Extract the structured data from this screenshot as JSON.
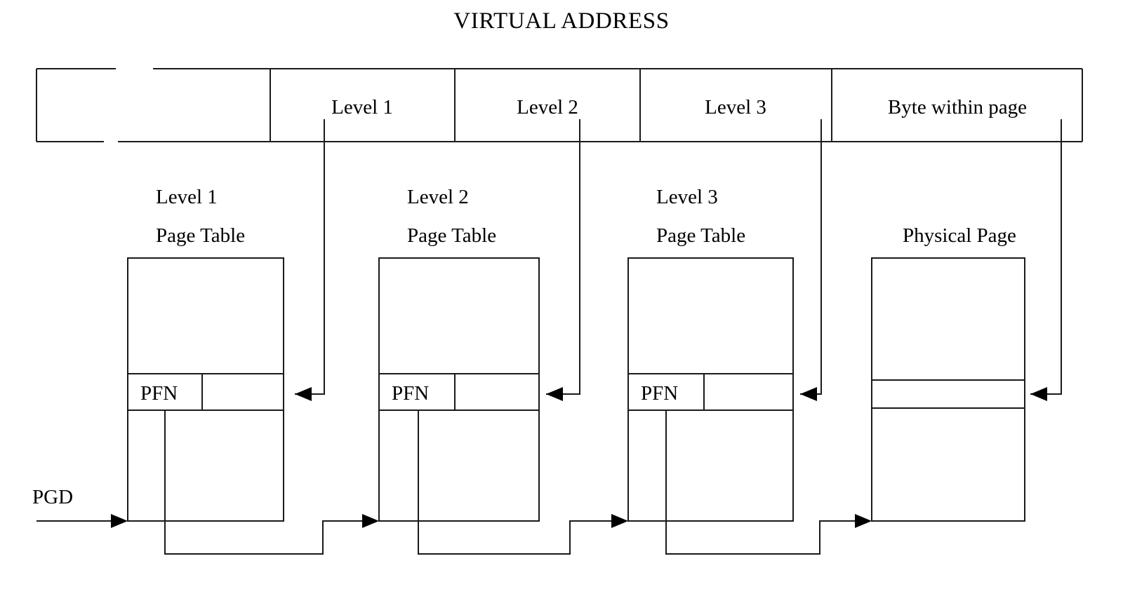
{
  "diagram": {
    "title": "VIRTUAL ADDRESS",
    "pgd_label": "PGD",
    "address_fields": [
      {
        "label": "",
        "name": "unused-bits-field"
      },
      {
        "label": "Level 1",
        "name": "level-1-field"
      },
      {
        "label": "Level 2",
        "name": "level-2-field"
      },
      {
        "label": "Level 3",
        "name": "level-3-field"
      },
      {
        "label": "Byte within page",
        "name": "byte-within-page-field"
      }
    ],
    "tables": [
      {
        "caption_line1": "Level 1",
        "caption_line2": "Page Table",
        "entry_label": "PFN"
      },
      {
        "caption_line1": "Level 2",
        "caption_line2": "Page Table",
        "entry_label": "PFN"
      },
      {
        "caption_line1": "Level 3",
        "caption_line2": "Page Table",
        "entry_label": "PFN"
      },
      {
        "caption_line1": "Physical Page",
        "caption_line2": "",
        "entry_label": ""
      }
    ],
    "colors": {
      "stroke": "#1a1a1a",
      "text": "#000000",
      "background": "#ffffff",
      "arrowhead": "#000000"
    }
  }
}
